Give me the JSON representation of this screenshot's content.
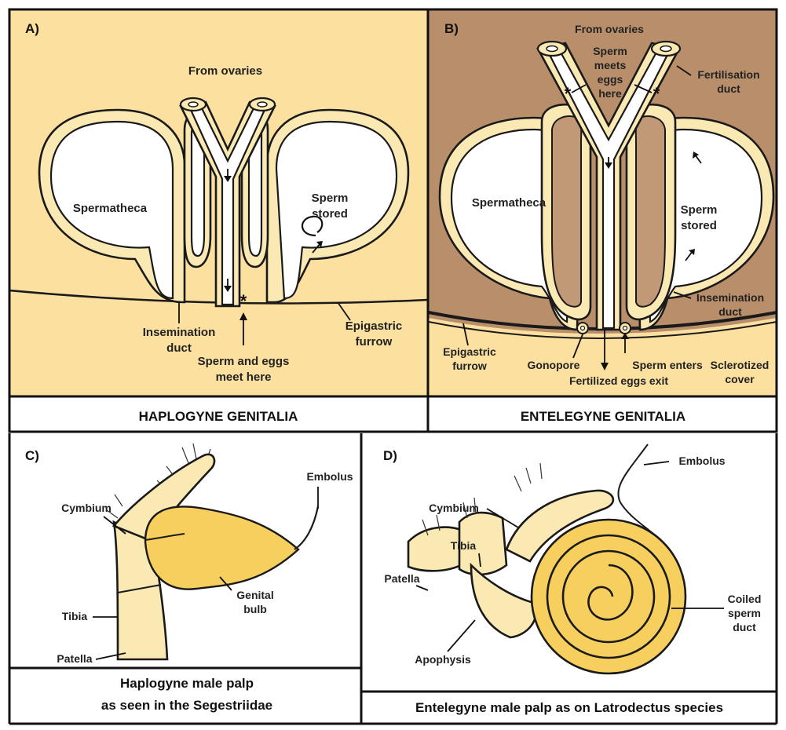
{
  "panels": {
    "a": {
      "letter": "A)",
      "caption": "HAPLOGYNE GENITALIA",
      "labels": {
        "from_ovaries": "From ovaries",
        "spermatheca": "Spermatheca",
        "sperm_stored_1": "Sperm",
        "sperm_stored_2": "stored",
        "insemination_1": "Insemination",
        "insemination_2": "duct",
        "epigastric_1": "Epigastric",
        "epigastric_2": "furrow",
        "meet_1": "Sperm and eggs",
        "meet_2": "meet here"
      }
    },
    "b": {
      "letter": "B)",
      "caption": "ENTELEGYNE GENITALIA",
      "labels": {
        "from_ovaries": "From ovaries",
        "meets_1": "Sperm",
        "meets_2": "meets",
        "meets_3": "eggs",
        "meets_4": "here",
        "fertilisation_1": "Fertilisation",
        "fertilisation_2": "duct",
        "spermatheca": "Spermatheca",
        "sperm_stored_1": "Sperm",
        "sperm_stored_2": "stored",
        "insemination_1": "Insemination",
        "insemination_2": "duct",
        "epigastric_1": "Epigastric",
        "epigastric_2": "furrow",
        "gonopore": "Gonopore",
        "sperm_enters": "Sperm enters",
        "fertilized_exit": "Fertilized eggs exit",
        "sclerotized_1": "Sclerotized",
        "sclerotized_2": "cover"
      }
    },
    "c": {
      "letter": "C)",
      "caption_1": "Haplogyne male palp",
      "caption_2": "as seen in the Segestriidae",
      "labels": {
        "embolus": "Embolus",
        "cymbium": "Cymbium",
        "genital_1": "Genital",
        "genital_2": "bulb",
        "tibia": "Tibia",
        "patella": "Patella"
      }
    },
    "d": {
      "letter": "D)",
      "caption": "Entelegyne male palp as on Latrodectus species",
      "labels": {
        "embolus": "Embolus",
        "cymbium": "Cymbium",
        "tibia": "Tibia",
        "patella": "Patella",
        "coiled_1": "Coiled",
        "coiled_2": "sperm",
        "coiled_3": "duct",
        "apophysis": "Apophysis"
      }
    }
  },
  "colors": {
    "panel_a_bg": "#fbe0a0",
    "panel_b_bg": "#b98f6b",
    "organ_wall": "#fbe9b3",
    "organ_inner_brown": "#c29977",
    "bulb_yellow": "#f6cf5e",
    "border": "#111111"
  }
}
